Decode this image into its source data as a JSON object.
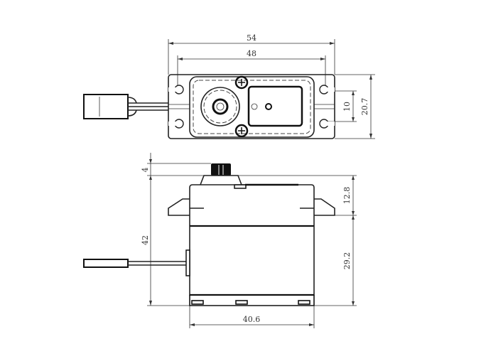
{
  "title": "Servo dimension drawing",
  "top_view": {
    "dimensions": {
      "overall_length": "54",
      "hole_spacing": "48",
      "hole_slot": "10",
      "width": "20.7"
    }
  },
  "side_view": {
    "dimensions": {
      "spline_height": "4",
      "total_height": "42",
      "upper_height": "12.8",
      "lower_height": "29.2",
      "case_length": "40.6"
    }
  },
  "colors": {
    "line": "#222222",
    "background": "#ffffff"
  }
}
